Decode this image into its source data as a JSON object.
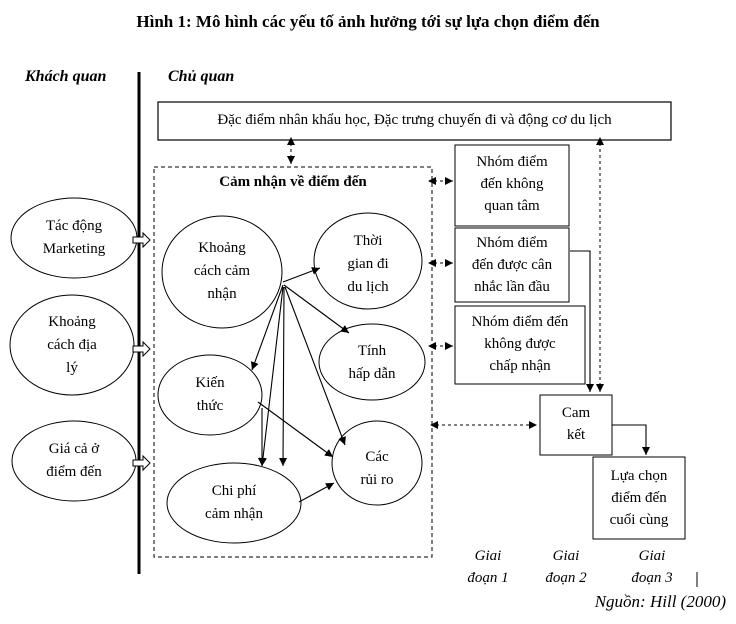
{
  "title": "Hình 1: Mô hình các yếu tố ảnh hưởng tới sự lựa chọn điểm đến",
  "columns": {
    "objective": "Khách quan",
    "subjective": "Chủ quan"
  },
  "top_box": "Đặc điểm nhân khẩu học, Đặc trưng chuyến đi và động cơ du lịch",
  "perception_box": {
    "title": "Cảm nhận về điểm đến"
  },
  "external_factors": [
    {
      "lines": [
        "Tác động",
        "Marketing"
      ]
    },
    {
      "lines": [
        "Khoảng",
        "cách địa",
        "lý"
      ]
    },
    {
      "lines": [
        "Giá cả ở",
        "điểm đến"
      ]
    }
  ],
  "perception_nodes": {
    "perceived_distance": [
      "Khoảng",
      "cách cảm",
      "nhận"
    ],
    "travel_time": [
      "Thời",
      "gian đi",
      "du lịch"
    ],
    "attractiveness": [
      "Tính",
      "hấp dẫn"
    ],
    "knowledge": [
      "Kiến",
      "thức"
    ],
    "perceived_cost": [
      "Chi phí",
      "cảm nhận"
    ],
    "risks": [
      "Các",
      "rủi ro"
    ]
  },
  "destination_groups": [
    {
      "lines": [
        "Nhóm điểm",
        "đến không",
        "quan tâm"
      ]
    },
    {
      "lines": [
        "Nhóm điểm",
        "đến được cân",
        "nhắc lần đầu"
      ]
    },
    {
      "lines": [
        "Nhóm điểm đến",
        "không được",
        "chấp nhận"
      ]
    }
  ],
  "commitment": [
    "Cam",
    "kết"
  ],
  "final_choice": [
    "Lựa chọn",
    "điểm đến",
    "cuối cùng"
  ],
  "stages": [
    {
      "lines": [
        "Giai",
        "đoạn 1"
      ]
    },
    {
      "lines": [
        "Giai",
        "đoạn 2"
      ]
    },
    {
      "lines": [
        "Giai",
        "đoạn 3"
      ]
    }
  ],
  "source": "Nguồn: Hill (2000)"
}
